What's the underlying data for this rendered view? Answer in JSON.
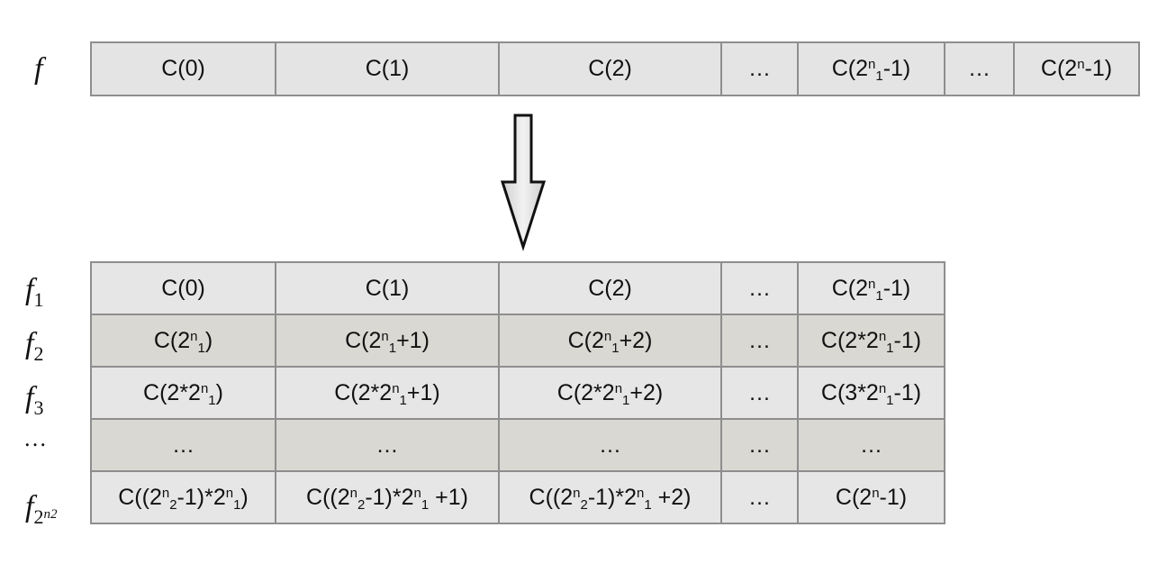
{
  "top": {
    "label": "f",
    "cells": [
      "C(0)",
      "C(1)",
      "C(2)",
      "…",
      "C(2{sup:n}{sub:1}-1)",
      "…",
      "C(2{sup:n}-1)"
    ]
  },
  "bottom": {
    "rows": [
      {
        "label_base": "f",
        "label_sub": "1",
        "label_sub_sup": "",
        "cells": [
          "C(0)",
          "C(1)",
          "C(2)",
          "…",
          "C(2{sup:n}{sub:1}-1)"
        ]
      },
      {
        "label_base": "f",
        "label_sub": "2",
        "label_sub_sup": "",
        "cells": [
          "C(2{sup:n}{sub:1})",
          "C(2{sup:n}{sub:1}+1)",
          "C(2{sup:n}{sub:1}+2)",
          "…",
          "C(2*2{sup:n}{sub:1}-1)"
        ]
      },
      {
        "label_base": "f",
        "label_sub": "3",
        "label_sub_sup": "",
        "cells": [
          "C(2*2{sup:n}{sub:1})",
          "C(2*2{sup:n}{sub:1}+1)",
          "C(2*2{sup:n}{sub:1}+2)",
          "…",
          "C(3*2{sup:n}{sub:1}-1)"
        ]
      },
      {
        "label_dots": "…",
        "cells": [
          "…",
          "…",
          "…",
          "…",
          "…"
        ]
      },
      {
        "label_base": "f",
        "label_sub": "2",
        "label_sub_sup": "n2",
        "cells": [
          "C((2{sup:n}{sub:2}-1)*2{sup:n}{sub:1})",
          "C((2{sup:n}{sub:2}-1)*2{sup:n}{sub:1} +1)",
          "C((2{sup:n}{sub:2}-1)*2{sup:n}{sub:1} +2)",
          "…",
          "C(2{sup:n}-1)"
        ]
      }
    ]
  }
}
